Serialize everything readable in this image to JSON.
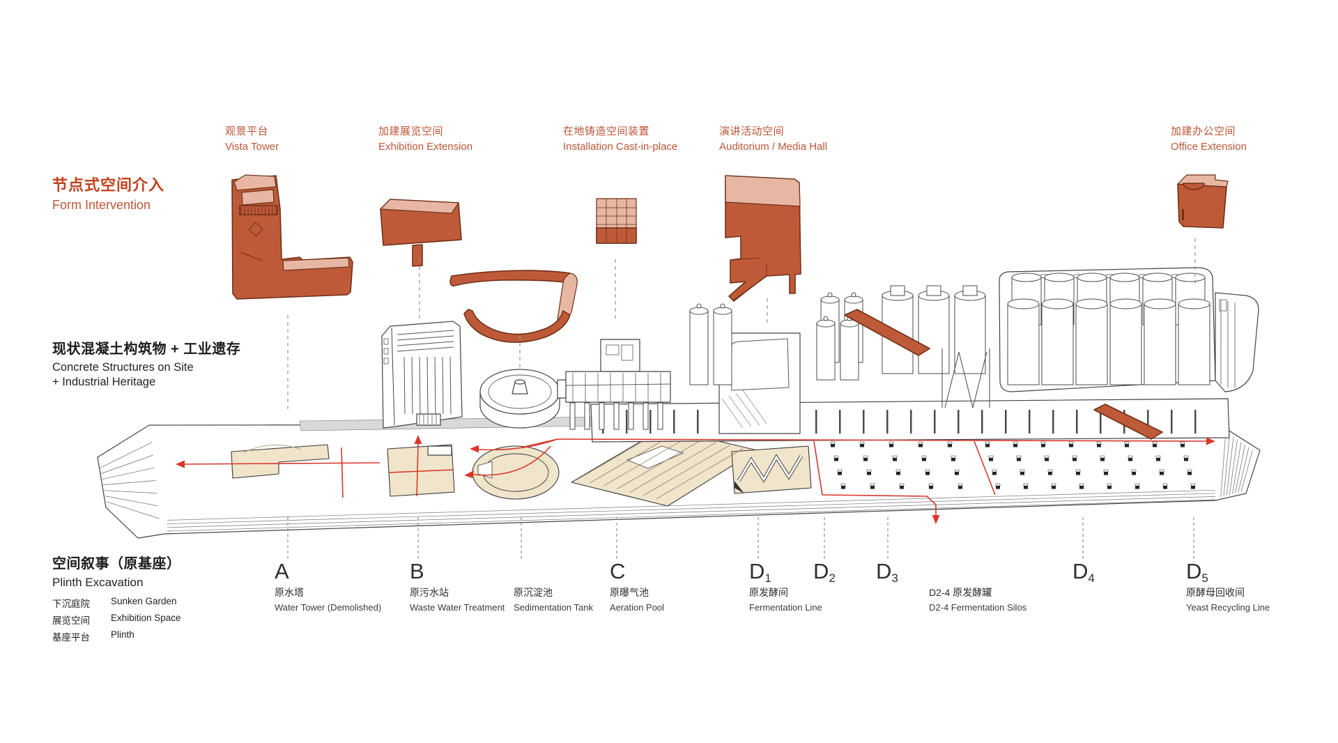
{
  "colors": {
    "accent_strong": "#c2401f",
    "accent_soft": "#bd5535",
    "terracotta": "#bf5a39",
    "terracotta_light": "#e7b7a3",
    "terracotta_dark": "#6e3017",
    "beige": "#f0e4cb",
    "route_red": "#d8382a",
    "ink": "#1c1c1c"
  },
  "sections": {
    "form_intervention": {
      "zh": "节点式空间介入",
      "en": "Form Intervention"
    },
    "existing": {
      "zh": "现状混凝土构筑物 + 工业遗存",
      "en_line1": "Concrete Structures on Site",
      "en_line2": "+ Industrial Heritage"
    },
    "plinth": {
      "zh": "空间叙事（原基座）",
      "en": "Plinth Excavation",
      "legend": [
        {
          "zh": "下沉庭院",
          "en": "Sunken Garden"
        },
        {
          "zh": "展览空间",
          "en": "Exhibition Space"
        },
        {
          "zh": "基座平台",
          "en": "Plinth"
        }
      ]
    }
  },
  "intervention_labels": [
    {
      "zh": "观景平台",
      "en": "Vista Tower"
    },
    {
      "zh": "加建展览空间",
      "en": "Exhibition Extension"
    },
    {
      "zh": "在地铸造空间装置",
      "en": "Installation Cast-in-place"
    },
    {
      "zh": "演讲活动空间",
      "en": "Auditorium / Media Hall"
    },
    {
      "zh": "加建办公空间",
      "en": "Office Extension"
    }
  ],
  "plinth_labels": {
    "a": {
      "letter": "A",
      "zh": "原水塔",
      "en": "Water Tower (Demolished)"
    },
    "b": {
      "letter": "B",
      "zh": "原污水站",
      "en": "Waste Water Treatment"
    },
    "sed": {
      "zh": "原沉淀池",
      "en": "Sedimentation Tank"
    },
    "c": {
      "letter": "C",
      "zh": "原曝气池",
      "en": "Aeration Pool"
    },
    "d1": {
      "letter": "D",
      "sub": "1",
      "zh": "原发酵间",
      "en": "Fermentation Line"
    },
    "d2": {
      "letter": "D",
      "sub": "2"
    },
    "d3": {
      "letter": "D",
      "sub": "3"
    },
    "d24": {
      "zh": "D2-4 原发酵罐",
      "en": "D2-4 Fermentation Silos"
    },
    "d4": {
      "letter": "D",
      "sub": "4"
    },
    "d5": {
      "letter": "D",
      "sub": "5",
      "zh": "原酵母回收间",
      "en": "Yeast Recycling Line"
    }
  }
}
